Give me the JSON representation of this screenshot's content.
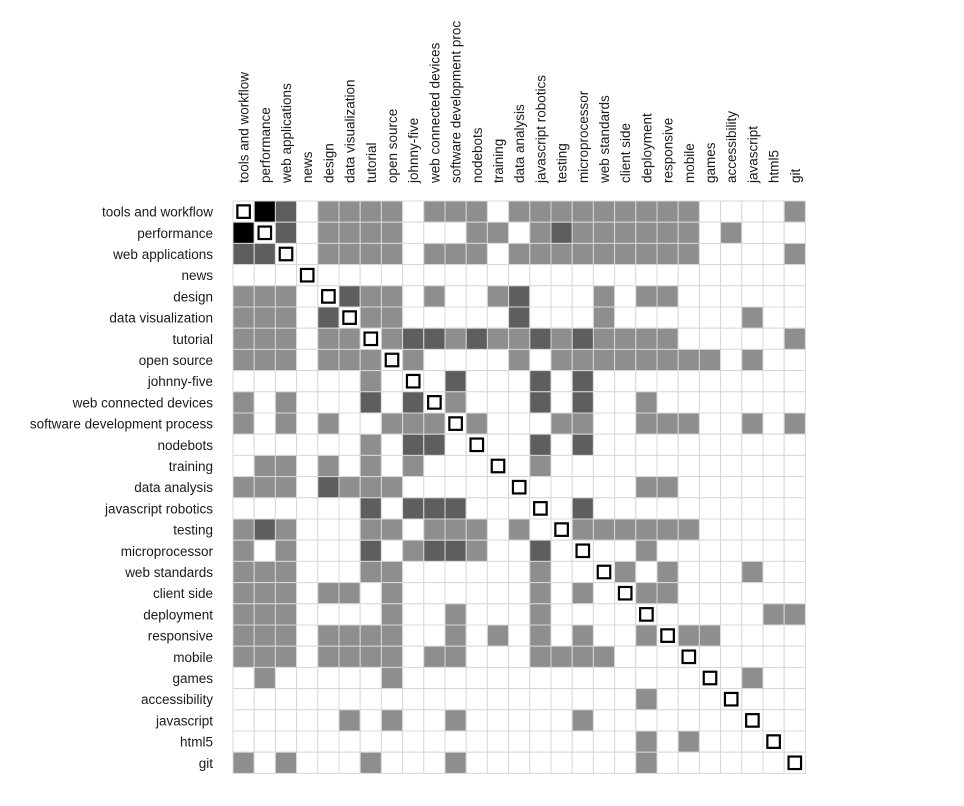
{
  "chart_data": {
    "type": "heatmap",
    "title": "",
    "xlabel": "",
    "ylabel": "",
    "labels": [
      "tools and workflow",
      "performance",
      "web applications",
      "news",
      "design",
      "data visualization",
      "tutorial",
      "open source",
      "johnny-five",
      "web connected devices",
      "software development process",
      "nodebots",
      "training",
      "data analysis",
      "javascript robotics",
      "testing",
      "microprocessor",
      "web standards",
      "client side",
      "deployment",
      "responsive",
      "mobile",
      "games",
      "accessibility",
      "javascript",
      "html5",
      "git"
    ],
    "column_labels": [
      "tools and workflow",
      "performance",
      "web applications",
      "news",
      "design",
      "data visualization",
      "tutorial",
      "open source",
      "johnny-five",
      "web connected devices",
      "software development proc",
      "nodebots",
      "training",
      "data analysis",
      "javascript robotics",
      "testing",
      "microprocessor",
      "web standards",
      "client side",
      "deployment",
      "responsive",
      "mobile",
      "games",
      "accessibility",
      "javascript",
      "html5",
      "git"
    ],
    "rows": [
      "052011110111011111111100001",
      "502011110001101211111101000",
      "220011110111011111111100001",
      "000000000000000000000000000",
      "111002110100120001011000000",
      "111020110000020001000000100",
      "111011012212112121111000001",
      "111011101000010111111110100",
      "000000102020002020000000000",
      "101000202010002020010000000",
      "101010011101000110011100101",
      "000000102200002020000000000",
      "011010101000001000000000000",
      "111021110000000000011000000",
      "000000202220000020000000000",
      "121000110111010011111100000",
      "101000201221002000010000000",
      "111000110000001000101000100",
      "111011010000001010011000000",
      "111000010010001000000000011",
      "111011110010101010010110000",
      "111011110110001111000100000",
      "010000010000000000000000100",
      "000000000000000000010000000",
      "000001010010000010000000000",
      "000000000000000000010100000",
      "101000100010000000010000000"
    ],
    "value_colors": [
      "#ffffff",
      "#8e8e8e",
      "#5e5e5e",
      "#3a3a3a",
      "#2a2a2a",
      "#000000"
    ],
    "diagonal_marker": "open-square",
    "grid": true
  }
}
